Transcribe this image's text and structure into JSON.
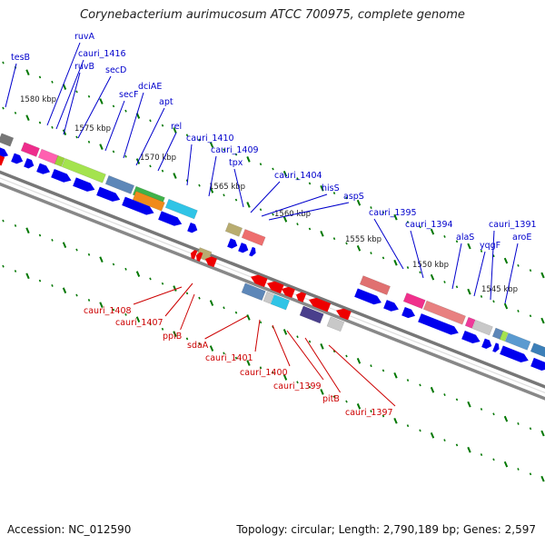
{
  "title": "Corynebacterium aurimucosum ATCC 700975, complete genome",
  "accession": "Accession: NC_012590",
  "summary": "Topology: circular; Length: 2,790,189 bp; Genes: 2,597",
  "colors": {
    "forward_label": "#0000cc",
    "reverse_label": "#cc0000",
    "forward_arrow": "#0000ee",
    "reverse_arrow": "#ee0000",
    "backbone": "#808080",
    "tick": "#007700"
  },
  "kbp_markers": [
    "1580 kbp",
    "1575 kbp",
    "1570 kbp",
    "1565 kbp",
    "1560 kbp",
    "1555 kbp",
    "1550 kbp",
    "1545 kbp"
  ],
  "forward_genes": [
    "tesB",
    "ruvA",
    "cauri_1416",
    "ruvB",
    "secD",
    "secF",
    "dciAE",
    "apt",
    "rel",
    "cauri_1410",
    "cauri_1409",
    "tpx",
    "cauri_1404",
    "hisS",
    "aspS",
    "cauri_1395",
    "cauri_1394",
    "alaS",
    "yqgF",
    "cauri_1391",
    "aroE"
  ],
  "reverse_genes": [
    "cauri_1408",
    "cauri_1407",
    "ppiB",
    "sdaA",
    "cauri_1401",
    "cauri_1400",
    "cauri_1399",
    "pitB",
    "cauri_1397"
  ]
}
